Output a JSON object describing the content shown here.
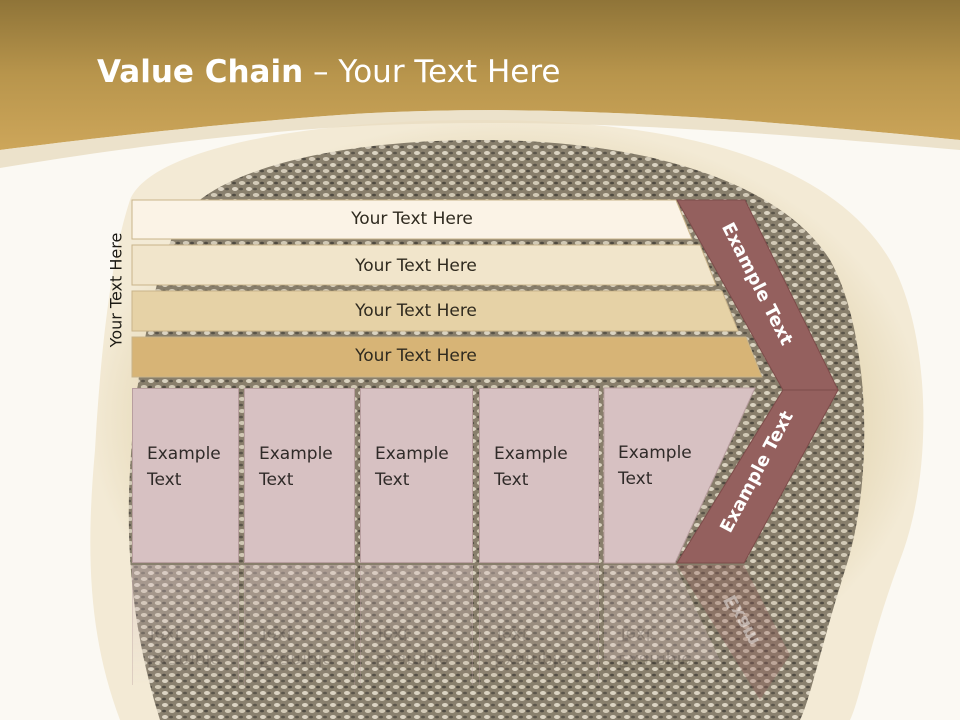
{
  "title": {
    "bold": "Value Chain",
    "rest": " – Your Text Here"
  },
  "side_label": "Your Text Here",
  "bands": [
    {
      "label": "Your Text Here",
      "color": "#fbf3e6"
    },
    {
      "label": "Your Text Here",
      "color": "#f1e5cb"
    },
    {
      "label": "Your Text Here",
      "color": "#e6d2a6"
    },
    {
      "label": "Your Text Here",
      "color": "#d7b476"
    }
  ],
  "cards": [
    {
      "line1": "Example",
      "line2": "Text"
    },
    {
      "line1": "Example",
      "line2": "Text"
    },
    {
      "line1": "Example",
      "line2": "Text"
    },
    {
      "line1": "Example",
      "line2": "Text"
    },
    {
      "line1": "Example",
      "line2": "Text"
    }
  ],
  "chevron": {
    "upper_label": "Example Text",
    "lower_label": "Example Text",
    "reflection_label": "Exam",
    "color": "#94605e"
  },
  "colors": {
    "header_gold": "#b8954c",
    "card_fill": "#d7c1c2"
  }
}
